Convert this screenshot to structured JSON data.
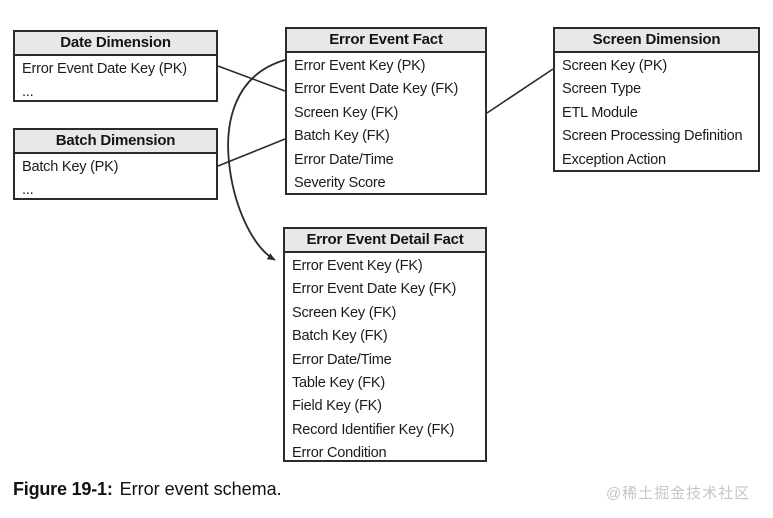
{
  "diagram": {
    "entities": [
      {
        "id": "date-dimension",
        "title": "Date Dimension",
        "rows": [
          "Error Event Date Key (PK)",
          "..."
        ]
      },
      {
        "id": "batch-dimension",
        "title": "Batch Dimension",
        "rows": [
          "Batch Key (PK)",
          "..."
        ]
      },
      {
        "id": "error-event-fact",
        "title": "Error Event Fact",
        "rows": [
          "Error Event Key (PK)",
          "Error Event Date Key (FK)",
          "Screen Key (FK)",
          "Batch Key (FK)",
          "Error Date/Time",
          "Severity Score"
        ]
      },
      {
        "id": "screen-dimension",
        "title": "Screen Dimension",
        "rows": [
          "Screen Key (PK)",
          "Screen Type",
          "ETL Module",
          "Screen Processing Definition",
          "Exception Action"
        ]
      },
      {
        "id": "error-event-detail-fact",
        "title": "Error Event Detail Fact",
        "rows": [
          "Error Event Key (FK)",
          "Error Event Date Key (FK)",
          "Screen Key (FK)",
          "Batch Key (FK)",
          "Error Date/Time",
          "Table Key (FK)",
          "Field Key (FK)",
          "Record Identifier Key (FK)",
          "Error Condition"
        ]
      }
    ],
    "connections": [
      {
        "from": "date-dimension",
        "to": "error-event-fact",
        "style": "line"
      },
      {
        "from": "batch-dimension",
        "to": "error-event-fact",
        "style": "line"
      },
      {
        "from": "error-event-fact",
        "to": "screen-dimension",
        "style": "line"
      },
      {
        "from": "error-event-fact",
        "to": "error-event-detail-fact",
        "style": "curved-arrow"
      }
    ]
  },
  "caption": {
    "label": "Figure 19-1:",
    "text": "Error event schema."
  },
  "watermark": "@稀土掘金技术社区",
  "colors": {
    "header_fill": "#e8e8e8",
    "border": "#2b2b2b",
    "text": "#1c1c1c",
    "watermark": "#c6c6c6"
  }
}
